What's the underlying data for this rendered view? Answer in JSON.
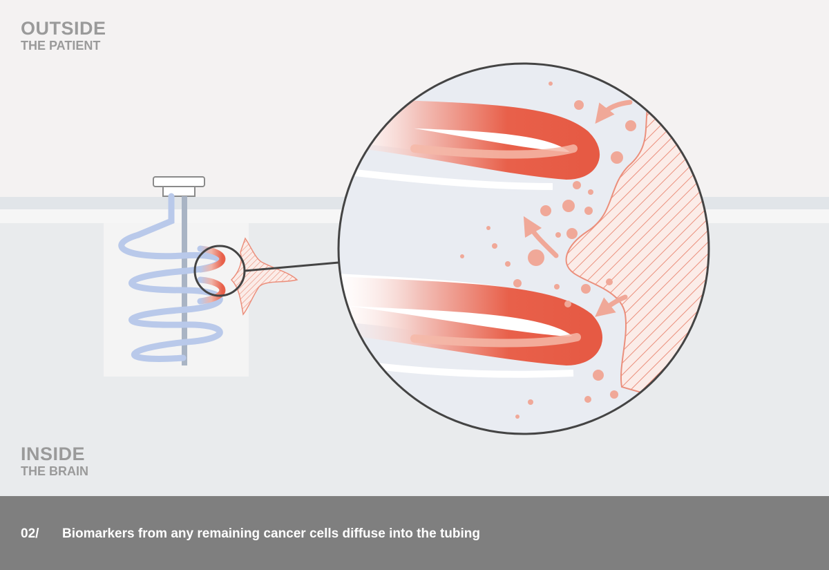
{
  "labels": {
    "outside_line1": "OUTSIDE",
    "outside_line2": "THE PATIENT",
    "inside_line1": "INSIDE",
    "inside_line2": "THE BRAIN"
  },
  "caption": {
    "step": "02/",
    "text": "Biomarkers from any remaining cancer cells diffuse into the tubing"
  },
  "colors": {
    "outside_bg": "#f4f2f2",
    "inside_bg": "#e9ebed",
    "tube_blue": "#b9c9ea",
    "tube_red": "#e8604a",
    "biomarker": "#f0a898",
    "caption_bar": "#7f7f7f"
  }
}
